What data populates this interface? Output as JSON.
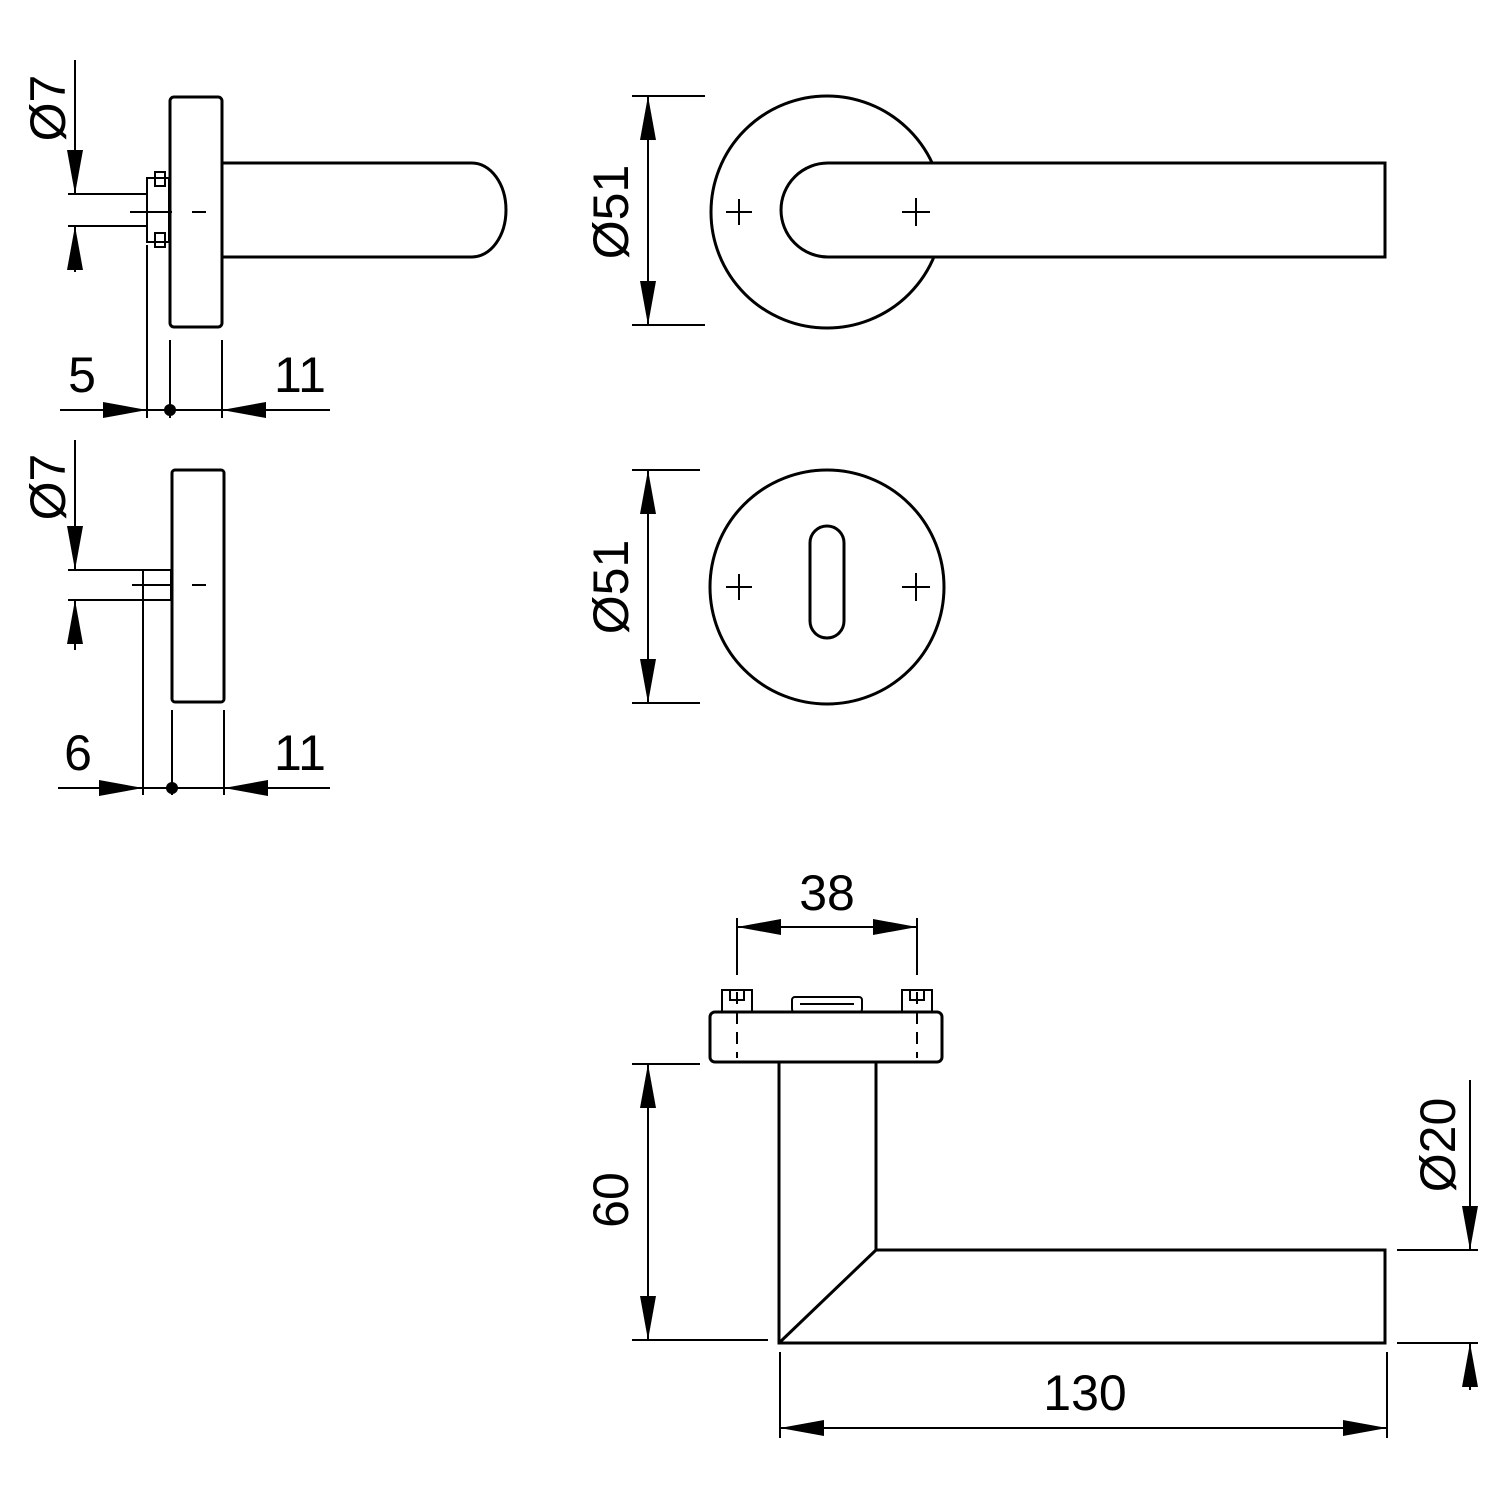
{
  "dimensions": {
    "side_handle_pin_dia": "Ø7",
    "side_handle_offset": "5",
    "side_handle_rose_thickness": "11",
    "side_escutcheon_pin_dia": "Ø7",
    "side_escutcheon_offset": "6",
    "side_escutcheon_thickness": "11",
    "front_rose_dia": "Ø51",
    "front_escutcheon_dia": "Ø51",
    "top_screw_spacing": "38",
    "top_projection": "60",
    "top_lever_length": "130",
    "top_lever_dia": "Ø20"
  },
  "colors": {
    "line": "#000000",
    "background": "#ffffff"
  }
}
